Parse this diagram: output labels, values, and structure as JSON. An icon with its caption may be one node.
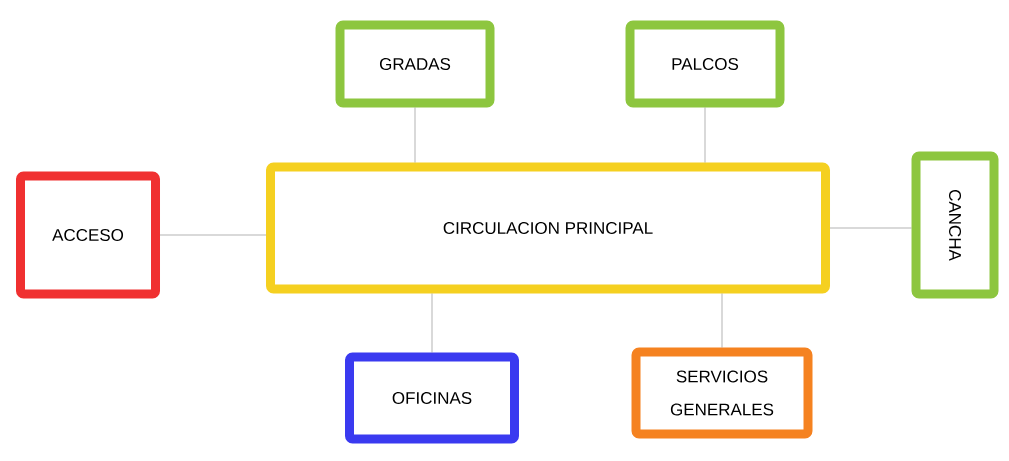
{
  "diagram": {
    "nodes": [
      {
        "text": [
          "GRADAS"
        ]
      },
      {
        "text": [
          "PALCOS"
        ]
      },
      {
        "text": [
          "ACCESO"
        ]
      },
      {
        "text": [
          "CIRCULACION PRINCIPAL"
        ]
      },
      {
        "text": [
          "CANCHA"
        ]
      },
      {
        "text": [
          "OFICINAS"
        ]
      },
      {
        "text": [
          "SERVICIOS GENERALES"
        ]
      }
    ],
    "edges": [
      {
        "from": 0,
        "to": 3,
        "arrow": "none"
      },
      {
        "from": 1,
        "to": 3,
        "arrow": "none"
      },
      {
        "from": 2,
        "to": 3,
        "arrow": "none"
      },
      {
        "from": 3,
        "to": 4,
        "arrow": "none"
      },
      {
        "from": 3,
        "to": 5,
        "arrow": "none"
      },
      {
        "from": 3,
        "to": 6,
        "arrow": "none"
      }
    ]
  }
}
